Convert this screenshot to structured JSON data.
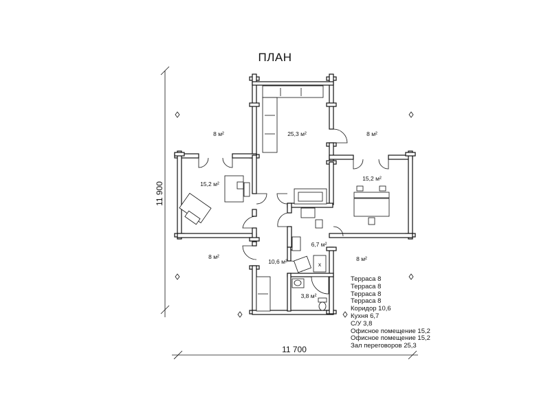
{
  "title": "ПЛАН",
  "dimensions": {
    "width": "11 700",
    "height": "11 900"
  },
  "rooms": {
    "terrace_nw": "8 м²",
    "hall": "25,3 м²",
    "terrace_ne": "8 м²",
    "office_w": "15,2 м²",
    "office_e": "15,2 м²",
    "terrace_sw": "8 м²",
    "kitchen": "6,7 м²",
    "corridor": "10,6 м²",
    "terrace_se": "8 м²",
    "bathroom": "3,8 м²"
  },
  "legend": [
    "Терраса 8",
    "Терраса 8",
    "Терраса 8",
    "Терраса 8",
    "Коридор 10,6",
    "Кухня 6,7",
    "С/У 3,8",
    "Офисное помещение 15,2",
    "Офисное помещение 15,2",
    "Зал переговоров 25,3"
  ],
  "icons": [
    "column-marker-icon",
    "sofa-icon",
    "desk-icon",
    "table-icon",
    "toilet-icon",
    "shower-icon",
    "sink-icon",
    "stove-icon",
    "door-swing-icon"
  ]
}
